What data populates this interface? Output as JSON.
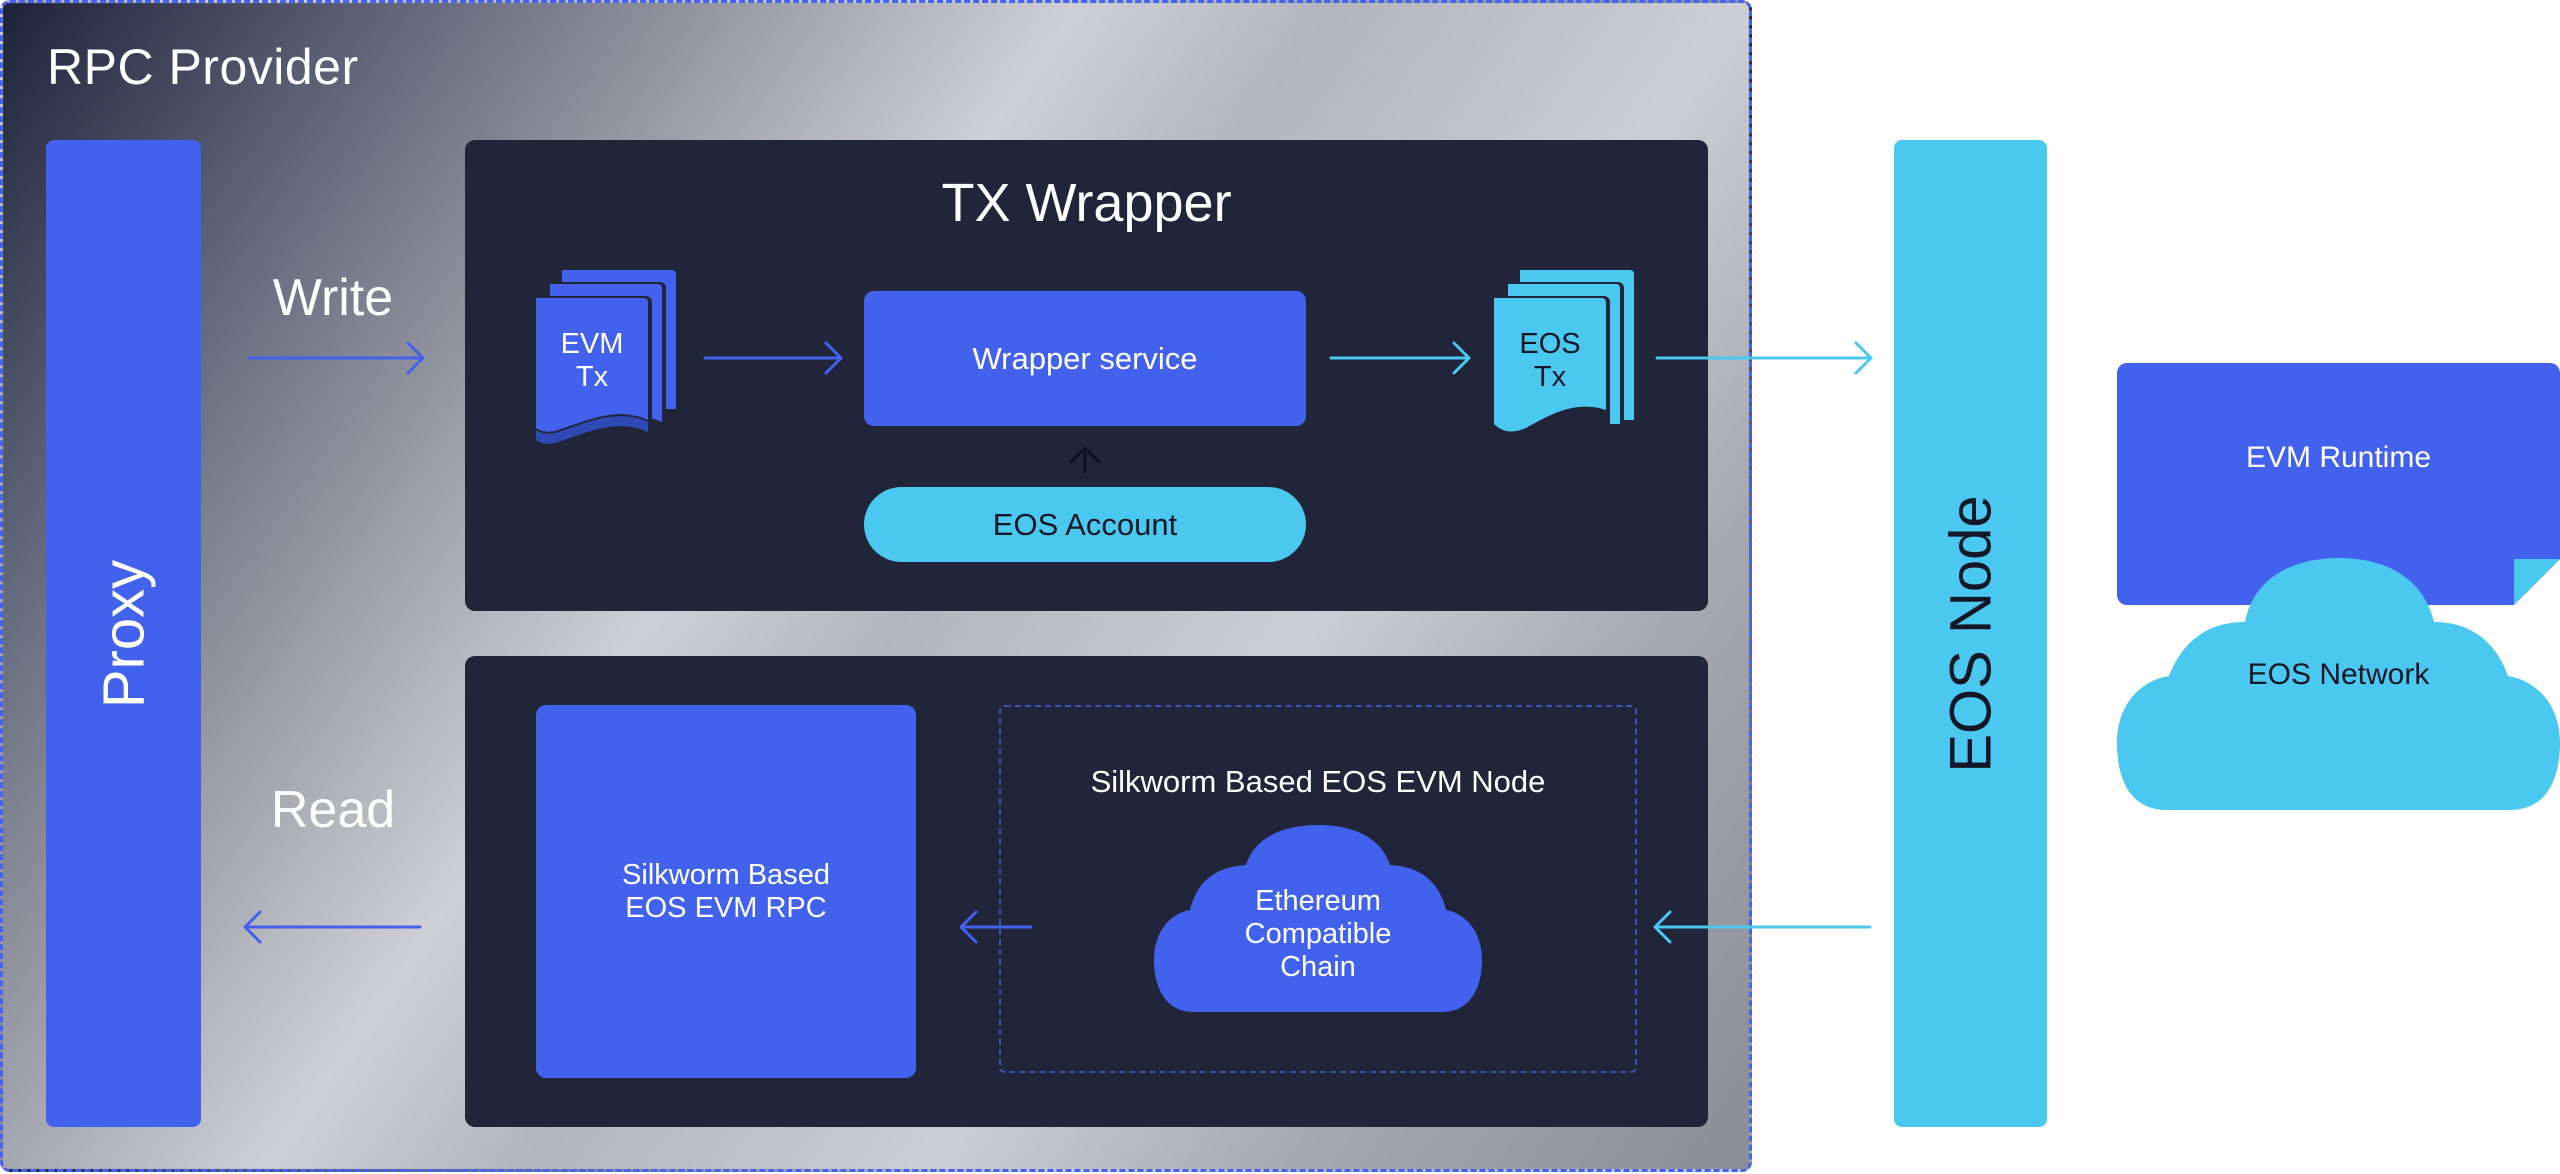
{
  "diagram": {
    "provider_title": "RPC Provider",
    "proxy_label": "Proxy",
    "write_label": "Write",
    "read_label": "Read",
    "tx_wrapper": {
      "title": "TX Wrapper",
      "evm_tx_line1": "EVM",
      "evm_tx_line2": "Tx",
      "wrapper_service": "Wrapper service",
      "eos_account": "EOS Account",
      "eos_tx_line1": "EOS",
      "eos_tx_line2": "Tx"
    },
    "read_path": {
      "rpc_line1": "Silkworm Based",
      "rpc_line2": "EOS EVM RPC",
      "node_title": "Silkworm Based EOS EVM Node",
      "chain_line1": "Ethereum",
      "chain_line2": "Compatible",
      "chain_line3": "Chain"
    },
    "eos_node_label": "EOS Node",
    "evm_runtime": "EVM Runtime",
    "eos_network": "EOS Network"
  },
  "colors": {
    "blue": "#4262ee",
    "cyan": "#4bc8ef",
    "panel": "#212539",
    "dashed_border": "#4563ee"
  }
}
